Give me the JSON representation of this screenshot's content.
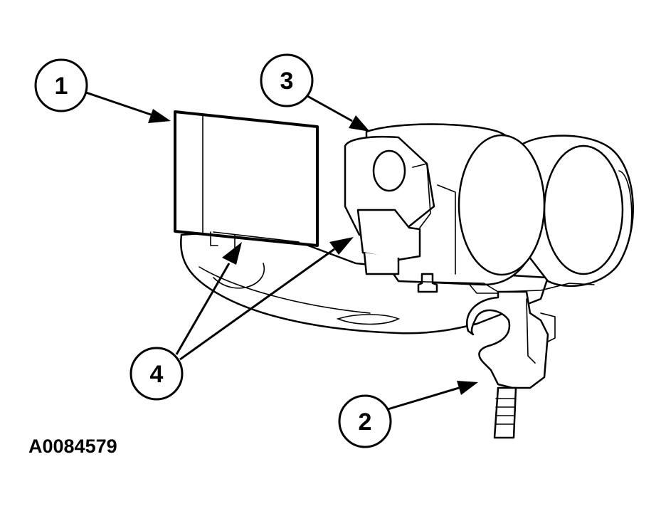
{
  "figure_id": "A0084579",
  "callouts": [
    {
      "label": "1"
    },
    {
      "label": "2"
    },
    {
      "label": "3"
    },
    {
      "label": "4"
    }
  ]
}
